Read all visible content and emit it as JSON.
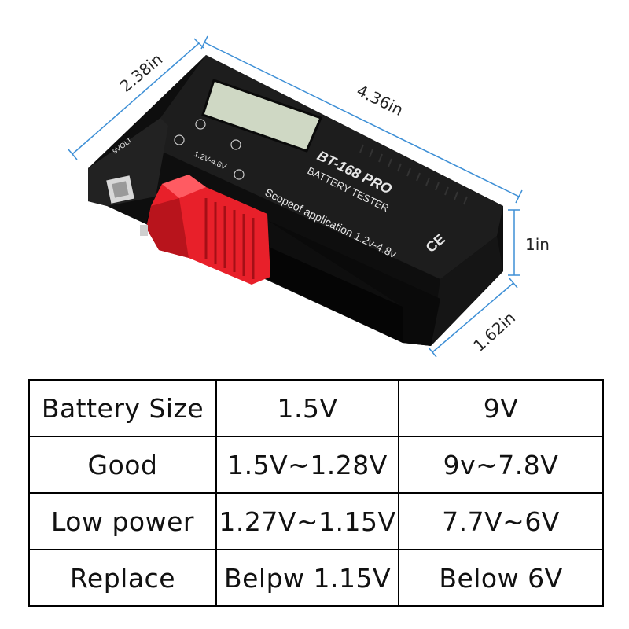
{
  "dimensions": {
    "width_in": "2.38in",
    "length_in": "4.36in",
    "height_in": "1in",
    "slot_in": "1.62in"
  },
  "device": {
    "model": "BT-168 PRO",
    "subtitle": "BATTERY TESTER",
    "scope": "Scopeof application 1.2v-4.8v",
    "small_slot_label": "1.2V-4.8V",
    "nine_volt_label": "9VOLT",
    "ce_mark": "CE",
    "body_color": "#1b1b1b",
    "slider_color": "#e8202a",
    "lcd_color": "#cfd8c4",
    "dimension_color": "#3d8fd6"
  },
  "table": {
    "headers": [
      "Battery Size",
      "1.5V",
      "9V"
    ],
    "rows": [
      [
        "Good",
        "1.5V~1.28V",
        "9v~7.8V"
      ],
      [
        "Low power",
        "1.27V~1.15V",
        "7.7V~6V"
      ],
      [
        "Replace",
        "Belpw 1.15V",
        "Below 6V"
      ]
    ]
  }
}
